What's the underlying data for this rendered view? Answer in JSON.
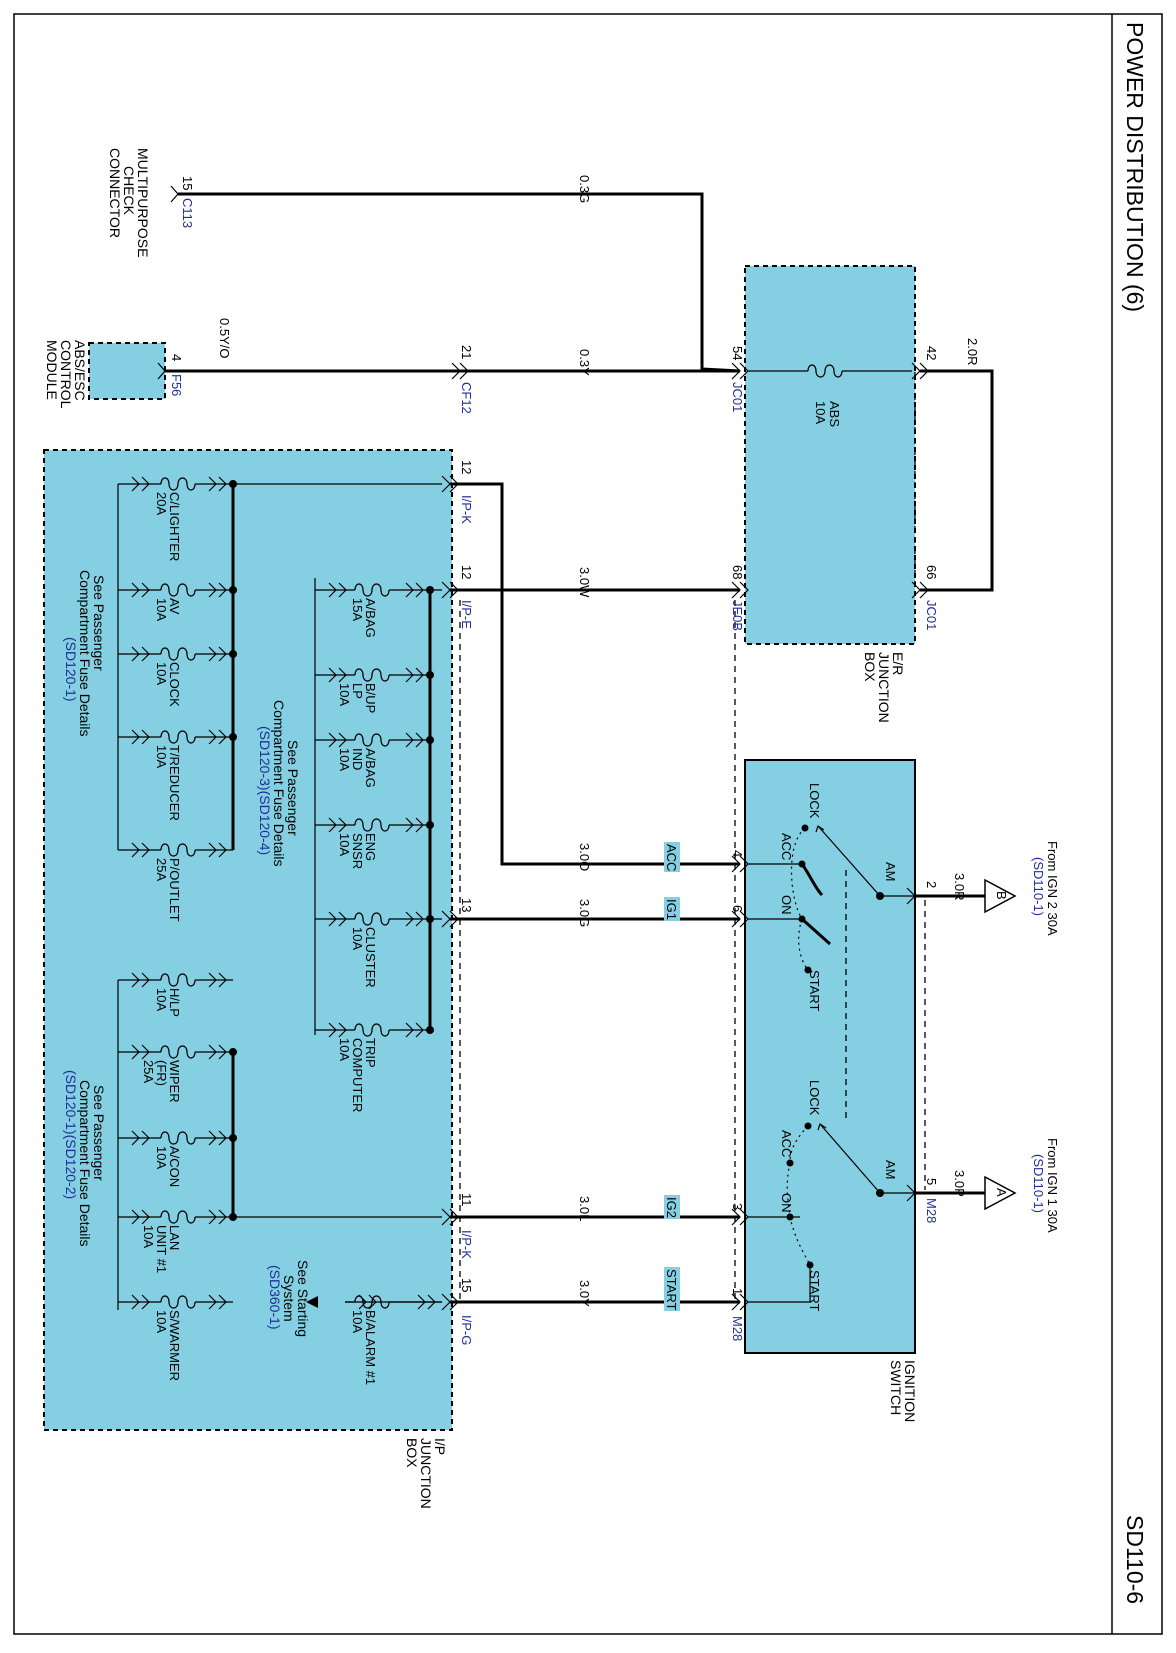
{
  "title": "POWER DISTRIBUTION (6)",
  "page_code": "SD110-6",
  "components": {
    "multipurpose_connector": [
      "MULTIPURPOSE",
      "CHECK",
      "CONNECTOR"
    ],
    "abs_module": [
      "ABS/ESC",
      "CONTROL",
      "MODULE"
    ],
    "er_box": [
      "E/R",
      "JUNCTION",
      "BOX"
    ],
    "ignition_switch": [
      "IGNITION",
      "SWITCH"
    ],
    "ip_box": [
      "I/P",
      "JUNCTION",
      "BOX"
    ]
  },
  "connectors": {
    "c113_pin": "15",
    "c113": "C113",
    "f56_pin": "4",
    "f56": "F56",
    "cf12_pin": "21",
    "cf12": "CF12",
    "jc01_pin54": "54",
    "jc01_a": "JC01",
    "jc01_pin42": "42",
    "je0b_pin": "68",
    "je0b": "JE0B",
    "jc01_pin66": "66",
    "jc01_b": "JC01",
    "ipk_pin12": "12",
    "ipk_a": "I/P-K",
    "ipe_pin12": "12",
    "ipe": "I/P-E",
    "ip_pin13": "13",
    "ipk_pin11": "11",
    "ipk_b": "I/P-K",
    "ipg_pin15": "15",
    "ipg": "I/P-G",
    "sw_pin4": "4",
    "sw_pin6": "6",
    "sw_pin3": "3",
    "sw_pin1": "1",
    "m28_a": "M28",
    "sw_pin2": "2",
    "sw_pin5": "5",
    "m28_b": "M28"
  },
  "wires": {
    "w_03g": "0.3G",
    "w_03y": "0.3Y",
    "w_05yo": "0.5Y/O",
    "w_20r": "2.0R",
    "w_30w": "3.0W",
    "w_30o": "3.0O",
    "w_30g": "3.0G",
    "w_30l": "3.0L",
    "w_30y": "3.0Y",
    "w_30r": "3.0R",
    "w_30p": "3.0P"
  },
  "switch_circuits": {
    "acc": "ACC",
    "ig1": "IG1",
    "ig2": "IG2",
    "start": "START"
  },
  "switch_positions": {
    "lock": "LOCK",
    "acc": "ACC",
    "on": "ON",
    "start": "START",
    "am": "AM"
  },
  "sources": {
    "b_label": "B",
    "b_text": "From IGN 2 30A",
    "b_ref": "(SD110-1)",
    "a_label": "A",
    "a_text": "From IGN 1 30A",
    "a_ref": "(SD110-1)"
  },
  "er_fuse": {
    "name": "ABS",
    "rating": "10A"
  },
  "fuses_group1": [
    {
      "name": [
        "C/LIGHTER"
      ],
      "rating": "20A"
    },
    {
      "name": [
        "AV"
      ],
      "rating": "10A"
    },
    {
      "name": [
        "CLOCK"
      ],
      "rating": "10A"
    },
    {
      "name": [
        "T/REDUCER"
      ],
      "rating": "10A"
    },
    {
      "name": [
        "P/OUTLET"
      ],
      "rating": "25A"
    }
  ],
  "fuses_group2": [
    {
      "name": [
        "A/BAG"
      ],
      "rating": "15A"
    },
    {
      "name": [
        "B/UP",
        "LP"
      ],
      "rating": "10A"
    },
    {
      "name": [
        "A/BAG",
        "IND"
      ],
      "rating": "10A"
    },
    {
      "name": [
        "ENG",
        "SNSR"
      ],
      "rating": "10A"
    },
    {
      "name": [
        "CLUSTER"
      ],
      "rating": "10A"
    },
    {
      "name": [
        "TRIP",
        "COMPUTER"
      ],
      "rating": "10A"
    }
  ],
  "fuses_group3": [
    {
      "name": [
        "H/LP"
      ],
      "rating": "10A"
    },
    {
      "name": [
        "WIPER",
        "(FR)"
      ],
      "rating": "25A"
    },
    {
      "name": [
        "A/CON"
      ],
      "rating": "10A"
    },
    {
      "name": [
        "LAN",
        "UNIT #1"
      ],
      "rating": "10A"
    },
    {
      "name": [
        "S/WARMER"
      ],
      "rating": "10A"
    }
  ],
  "fuse_balarm": {
    "name": [
      "B/ALARM #1"
    ],
    "rating": "10A"
  },
  "notes": {
    "note1": [
      "See Passenger",
      "Compartment Fuse Details"
    ],
    "note1_ref": "(SD120-1)",
    "note2": [
      "See Passenger",
      "Compartment Fuse Details"
    ],
    "note2_ref": "(SD120-3)(SD120-4)",
    "note3": [
      "See Passenger",
      "Compartment Fuse Details"
    ],
    "note3_ref": "(SD120-1)(SD120-2)",
    "note4": [
      "See Starting",
      "System"
    ],
    "note4_ref": "(SD360-1)"
  }
}
